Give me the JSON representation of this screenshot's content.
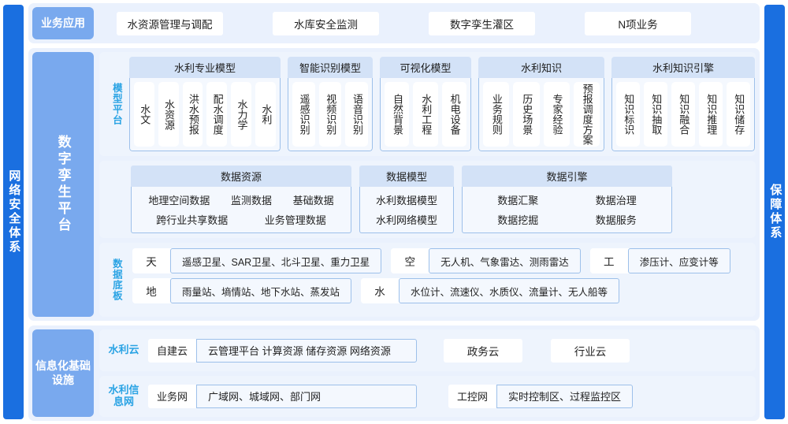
{
  "pillars": {
    "left": "网络安全体系",
    "right": "保障体系"
  },
  "layers": {
    "business": {
      "head": "业务应用",
      "items": [
        "水资源管理与调配",
        "水库安全监测",
        "数字孪生灌区",
        "N项业务"
      ]
    },
    "twin": {
      "head": "数字孪生平台",
      "model_platform": {
        "label": "模型平台",
        "groups": [
          {
            "title": "水利专业模型",
            "items": [
              "水文",
              "水资源",
              "洪水预报",
              "配水调度",
              "水力学",
              "水利"
            ]
          },
          {
            "title": "智能识别模型",
            "items": [
              "遥感识别",
              "视频识别",
              "语音识别"
            ]
          },
          {
            "title": "可视化模型",
            "items": [
              "自然背景",
              "水利工程",
              "机电设备"
            ]
          },
          {
            "title": "水利知识",
            "items": [
              "业务规则",
              "历史场景",
              "专家经验",
              "预报调度方案"
            ]
          },
          {
            "title": "水利知识引擎",
            "items": [
              "知识标识",
              "知识抽取",
              "知识融合",
              "知识推理",
              "知识储存"
            ]
          }
        ]
      },
      "data_base": {
        "label": "数据底板",
        "groups": [
          {
            "title": "数据资源",
            "rows": [
              [
                "地理空间数据",
                "监测数据",
                "基础数据"
              ],
              [
                "跨行业共享数据",
                "业务管理数据"
              ]
            ]
          },
          {
            "title": "数据模型",
            "rows": [
              [
                "水利数据模型"
              ],
              [
                "水利网络模型"
              ]
            ]
          },
          {
            "title": "数据引擎",
            "rows": [
              [
                "数据汇聚",
                "数据治理"
              ],
              [
                "数据挖掘",
                "数据服务"
              ]
            ]
          }
        ],
        "sensing": [
          [
            {
              "key": "天",
              "value": "遥感卫星、SAR卫星、北斗卫星、重力卫星"
            },
            {
              "key": "空",
              "value": "无人机、气象雷达、测雨雷达"
            },
            {
              "key": "工",
              "value": "渗压计、应变计等"
            }
          ],
          [
            {
              "key": "地",
              "value": "雨量站、墒情站、地下水站、蒸发站"
            },
            {
              "key": "水",
              "value": "水位计、流速仪、水质仪、流量计、无人船等"
            }
          ]
        ]
      }
    },
    "infrastructure": {
      "head": "信息化基础设施",
      "rows": [
        {
          "label": "水利云",
          "combo": {
            "key": "自建云",
            "value": "云管理平台 计算资源 储存资源 网络资源"
          },
          "chips": [
            "政务云",
            "行业云"
          ]
        },
        {
          "label": "水利信息网",
          "combo": {
            "key": "业务网",
            "value": "广域网、城域网、部门网"
          },
          "combo2": {
            "key": "工控网",
            "value": "实时控制区、过程监控区"
          }
        }
      ]
    }
  },
  "colors": {
    "pillar": "#1a6fe0",
    "band_head": "#79a9ee",
    "band_bg": "#eaf1fd",
    "group_title": "#d3e2f7",
    "accent_label": "#2aa3e4",
    "border": "#9dc0ea"
  }
}
